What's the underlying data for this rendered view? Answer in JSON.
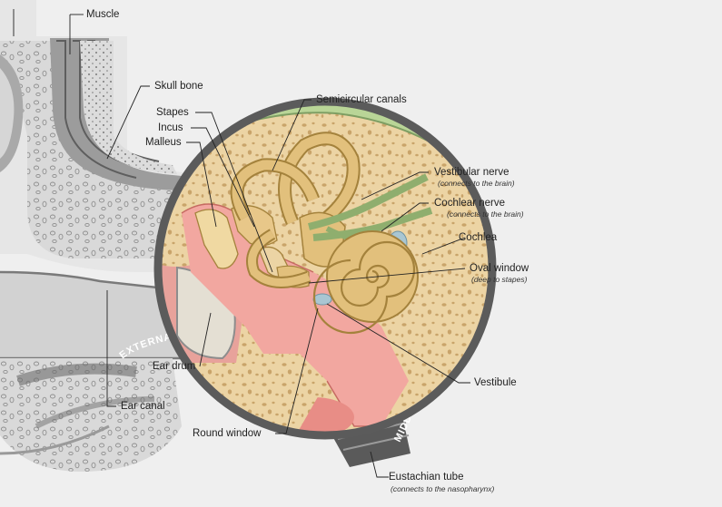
{
  "labels": {
    "muscle": "Muscle",
    "skull_bone": "Skull bone",
    "semicircular_canals": "Semicircular canals",
    "stapes": "Stapes",
    "incus": "Incus",
    "malleus": "Malleus",
    "vestibular_nerve": "Vestibular nerve",
    "vestibular_nerve_sub": "(connects to the brain)",
    "cochlear_nerve": "Cochlear nerve",
    "cochlear_nerve_sub": "(connects to the brain)",
    "cochlea": "Cochlea",
    "oval_window": "Oval window",
    "oval_window_sub": "(deep to stapes)",
    "ear_drum": "Ear drum",
    "vestibule": "Vestibule",
    "ear_canal": "Ear canal",
    "round_window": "Round window",
    "eustachian_tube": "Eustachian tube",
    "eustachian_tube_sub": "(connects to the nasopharynx)",
    "external_ear": "EXTERNAL EAR",
    "middle_ear": "MIDDLE EAR"
  },
  "colors": {
    "background": "#efefef",
    "bone": "#ecd4a4",
    "bone_pore": "#c9a46a",
    "canal_tan": "#e2c07c",
    "canal_edge": "#a4823c",
    "nerve_green": "#8fae6e",
    "green_region": "#b9d597",
    "soft_tissue": "#f2a7a0",
    "soft_tissue_dark": "#e07f78",
    "grey_tissue": "#c7c7c7",
    "grey_dark": "#6d6d6d",
    "lens_ring": "#5b5b5b",
    "fluid_blue": "#a9c6d2"
  }
}
